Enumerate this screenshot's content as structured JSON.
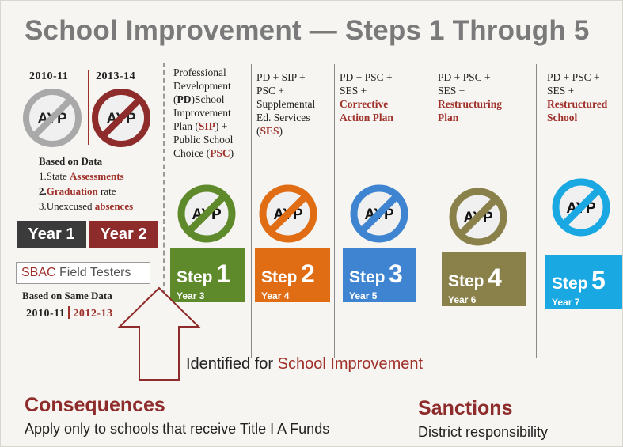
{
  "title": "School Improvement — Steps 1 Through 5",
  "left": {
    "year_a": "2010-11",
    "year_b": "2013-14",
    "ayp_label": "AYP",
    "based_on_data": "Based on Data",
    "item1_prefix": "1.State ",
    "item1_accent": "Assessments",
    "item2_prefix": "2.",
    "item2_accent": "Graduation",
    "item2_suffix": " rate",
    "item3_prefix": "3.Unexcused ",
    "item3_accent": "absences",
    "year1": "Year 1",
    "year2": "Year 2",
    "sbac_accent": "SBAC",
    "sbac_rest": " Field Testers",
    "same_data": "Based on  Same Data",
    "same_year_a": "2010-11",
    "same_year_b": "2012-13"
  },
  "steps": [
    {
      "step_word": "Step",
      "num": "1",
      "year": "Year 3"
    },
    {
      "step_word": "Step",
      "num": "2",
      "year": "Year 4"
    },
    {
      "step_word": "Step",
      "num": "3",
      "year": "Year 5"
    },
    {
      "step_word": "Step",
      "num": "4",
      "year": "Year 6"
    },
    {
      "step_word": "Step",
      "num": "5",
      "year": "Year 7"
    }
  ],
  "step1_desc": {
    "l1": "Professional",
    "l2": "Development",
    "l3_open": "(",
    "l3_bold": "PD",
    "l3_rest": ")School",
    "l4": "Improvement",
    "l5_a": "Plan (",
    "l5_acc": "SIP",
    "l5_b": ") +",
    "l6": "Public School",
    "l7_a": "Choice (",
    "l7_acc": "PSC",
    "l7_b": ")"
  },
  "step2_desc": {
    "l1": "PD + SIP +",
    "l2": "PSC +",
    "l3": "Supplemental",
    "l4": "Ed. Services",
    "l5_a": "(",
    "l5_acc": "SES",
    "l5_b": ")"
  },
  "step3_desc": {
    "l1": "PD + PSC +",
    "l2": "SES +",
    "l3": "Corrective",
    "l4": "Action Plan"
  },
  "step4_desc": {
    "l1": "PD + PSC +",
    "l2": "SES +",
    "l3": "Restructuring",
    "l4": "Plan"
  },
  "step5_desc": {
    "l1": "PD + PSC +",
    "l2": "SES +",
    "l3": "Restructured",
    "l4": "School"
  },
  "identified_prefix": "Identified for ",
  "identified_accent": "School Improvement",
  "consequences_title": "Consequences",
  "consequences_text": "Apply only to schools that receive Title I A Funds",
  "sanctions_title": "Sanctions",
  "sanctions_text": "District responsibility",
  "colors": {
    "accent": "#a0302a",
    "grey_ayp": "#a9a9a9",
    "red_ayp": "#8e2b2b",
    "step1": "#5f8a2b",
    "step2": "#e06c14",
    "step3": "#3f84d1",
    "step4": "#8a814a",
    "step5": "#19a8e2",
    "year1_box": "#3b3b3b",
    "year2_box": "#8e2b2b"
  }
}
